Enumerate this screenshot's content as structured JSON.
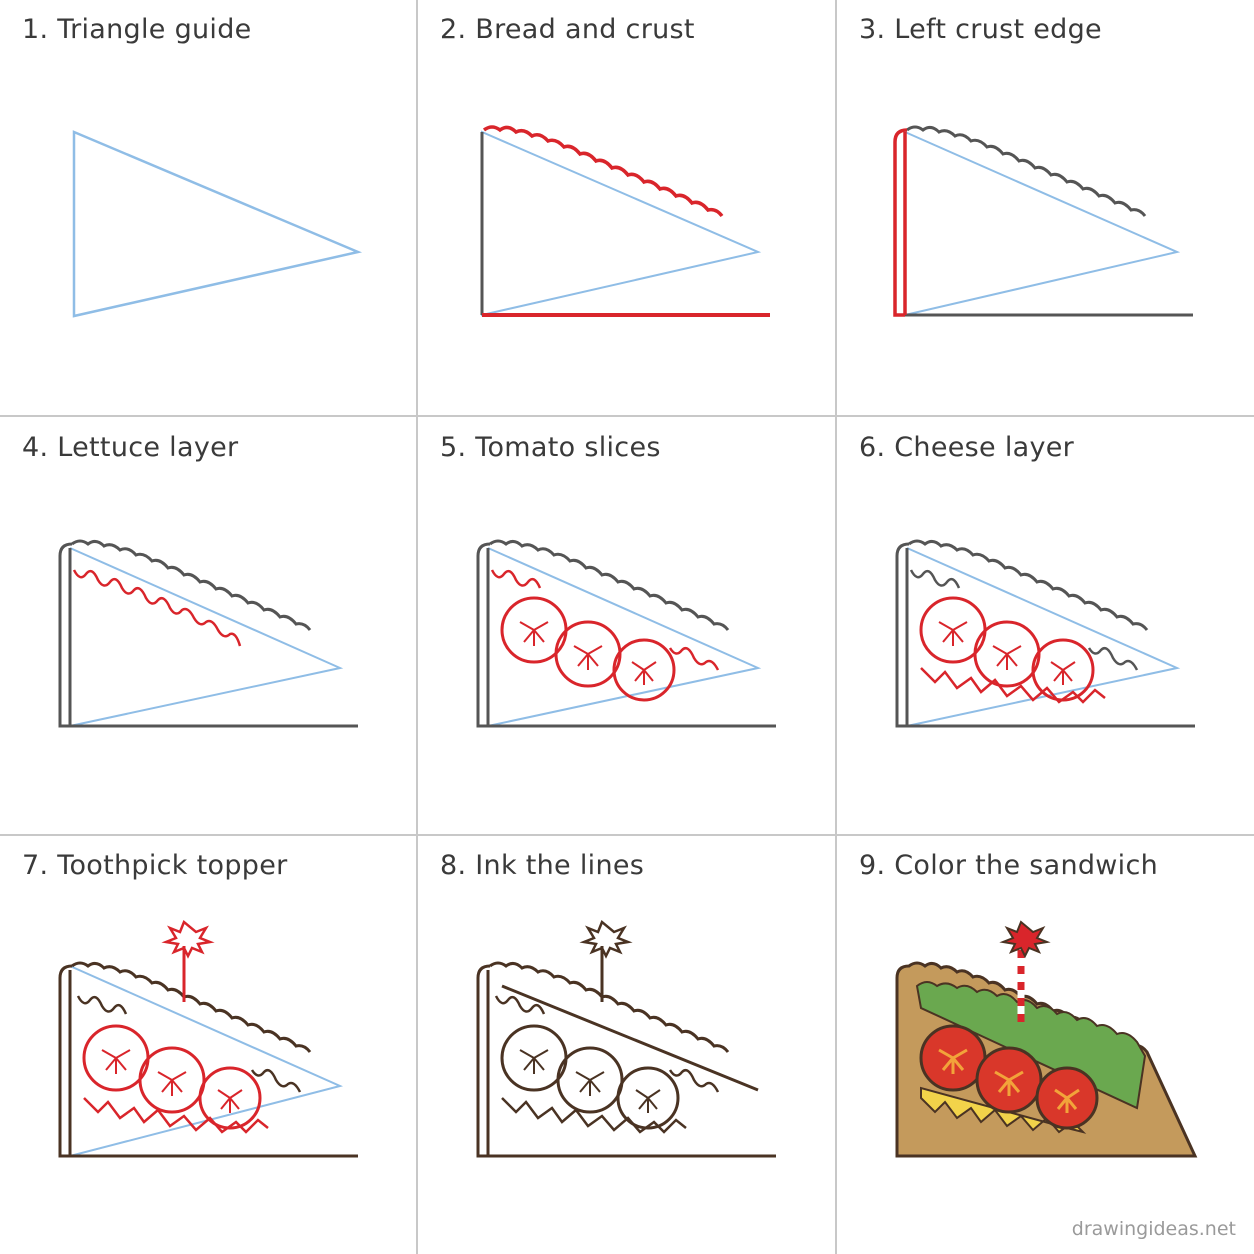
{
  "steps": [
    {
      "number": "1.",
      "title": "Triangle guide"
    },
    {
      "number": "2.",
      "title": "Bread and crust"
    },
    {
      "number": "3.",
      "title": "Left crust edge"
    },
    {
      "number": "4.",
      "title": "Lettuce layer"
    },
    {
      "number": "5.",
      "title": "Tomato slices"
    },
    {
      "number": "6.",
      "title": "Cheese layer"
    },
    {
      "number": "7.",
      "title": "Toothpick topper"
    },
    {
      "number": "8.",
      "title": "Ink the lines"
    },
    {
      "number": "9.",
      "title": "Color the sandwich"
    }
  ],
  "watermark": "drawingideas.net",
  "colors": {
    "guide": "#8fbde6",
    "highlight": "#d9252b",
    "ink": "#3a3a3a",
    "brown_ink": "#4a3323",
    "crust": "#c49a5c",
    "lettuce": "#6aa84f",
    "tomato": "#d9372a",
    "cheese": "#f2d34a",
    "divider": "#c8c8c8"
  }
}
